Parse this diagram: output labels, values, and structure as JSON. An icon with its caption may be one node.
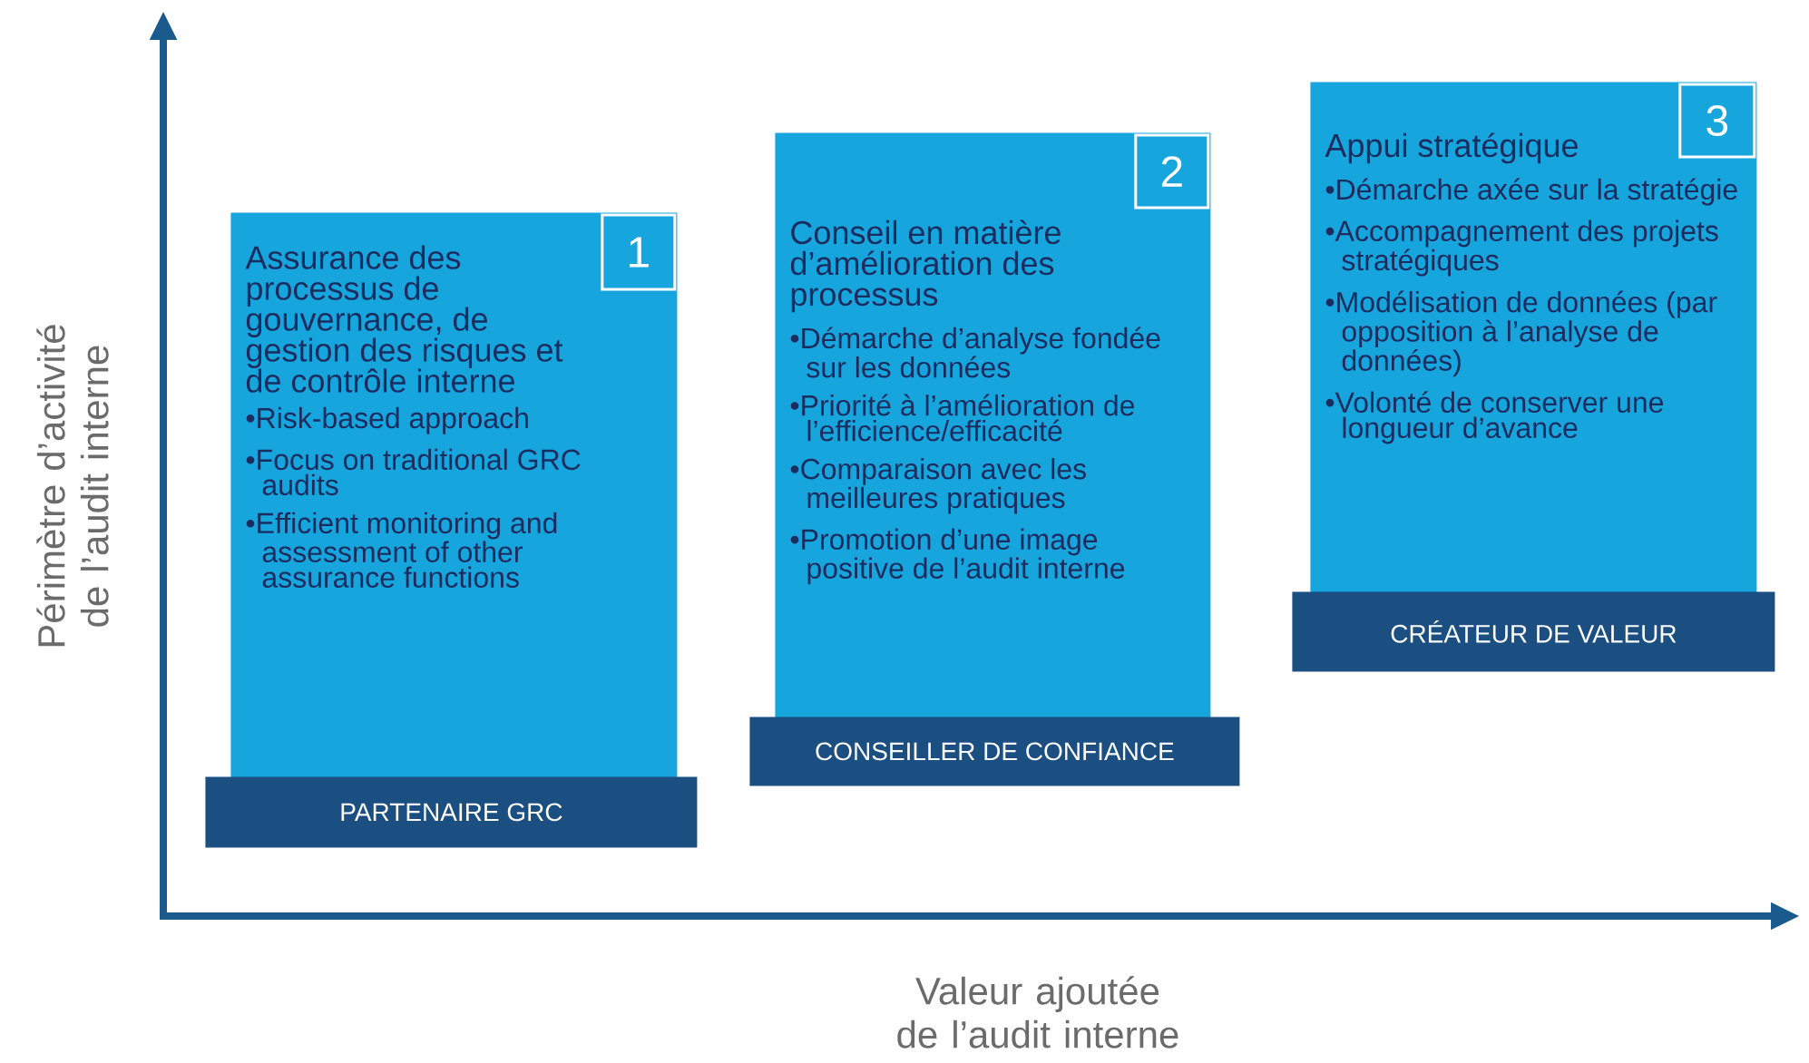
{
  "diagram": {
    "nodes": [
      {
        "text": [
          "Assurance des processus de gouvernance, de gestion des risques et de contrôle interne",
          "•Risk-based approach",
          "•Focus on traditional GRC audits",
          "•Efficient monitoring and assessment of other assurance functions"
        ]
      },
      {
        "text": [
          "1"
        ],
        "in": 0
      },
      {
        "text": [
          "PARTENAIRE GRC"
        ]
      },
      {
        "text": [
          "Conseil en matière d’amélioration des processus",
          "•Démarche d’analyse fondée sur les données",
          "•Priorité à l’amélioration de l’efficience/efficacité",
          "•Comparaison avec les meilleures pratiques",
          "•Promotion d’une image positive de l’audit interne"
        ]
      },
      {
        "text": [
          "2"
        ],
        "in": 3
      },
      {
        "text": [
          "CONSEILLER DE CONFIANCE"
        ]
      },
      {
        "text": [
          "Appui stratégique",
          "•Démarche axée sur la stratégie",
          "•Accompagnement des projets stratégiques",
          "•Modélisation de données (par opposition à l’analyse de données)",
          "•Volonté de conserver une longueur d’avance"
        ]
      },
      {
        "text": [
          "3"
        ],
        "in": 6
      },
      {
        "text": [
          "CRÉATEUR DE VALEUR"
        ]
      }
    ],
    "labels": [
      "Périmètre d’activité de l’audit interne",
      "Valeur ajoutée de l’audit interne"
    ]
  }
}
